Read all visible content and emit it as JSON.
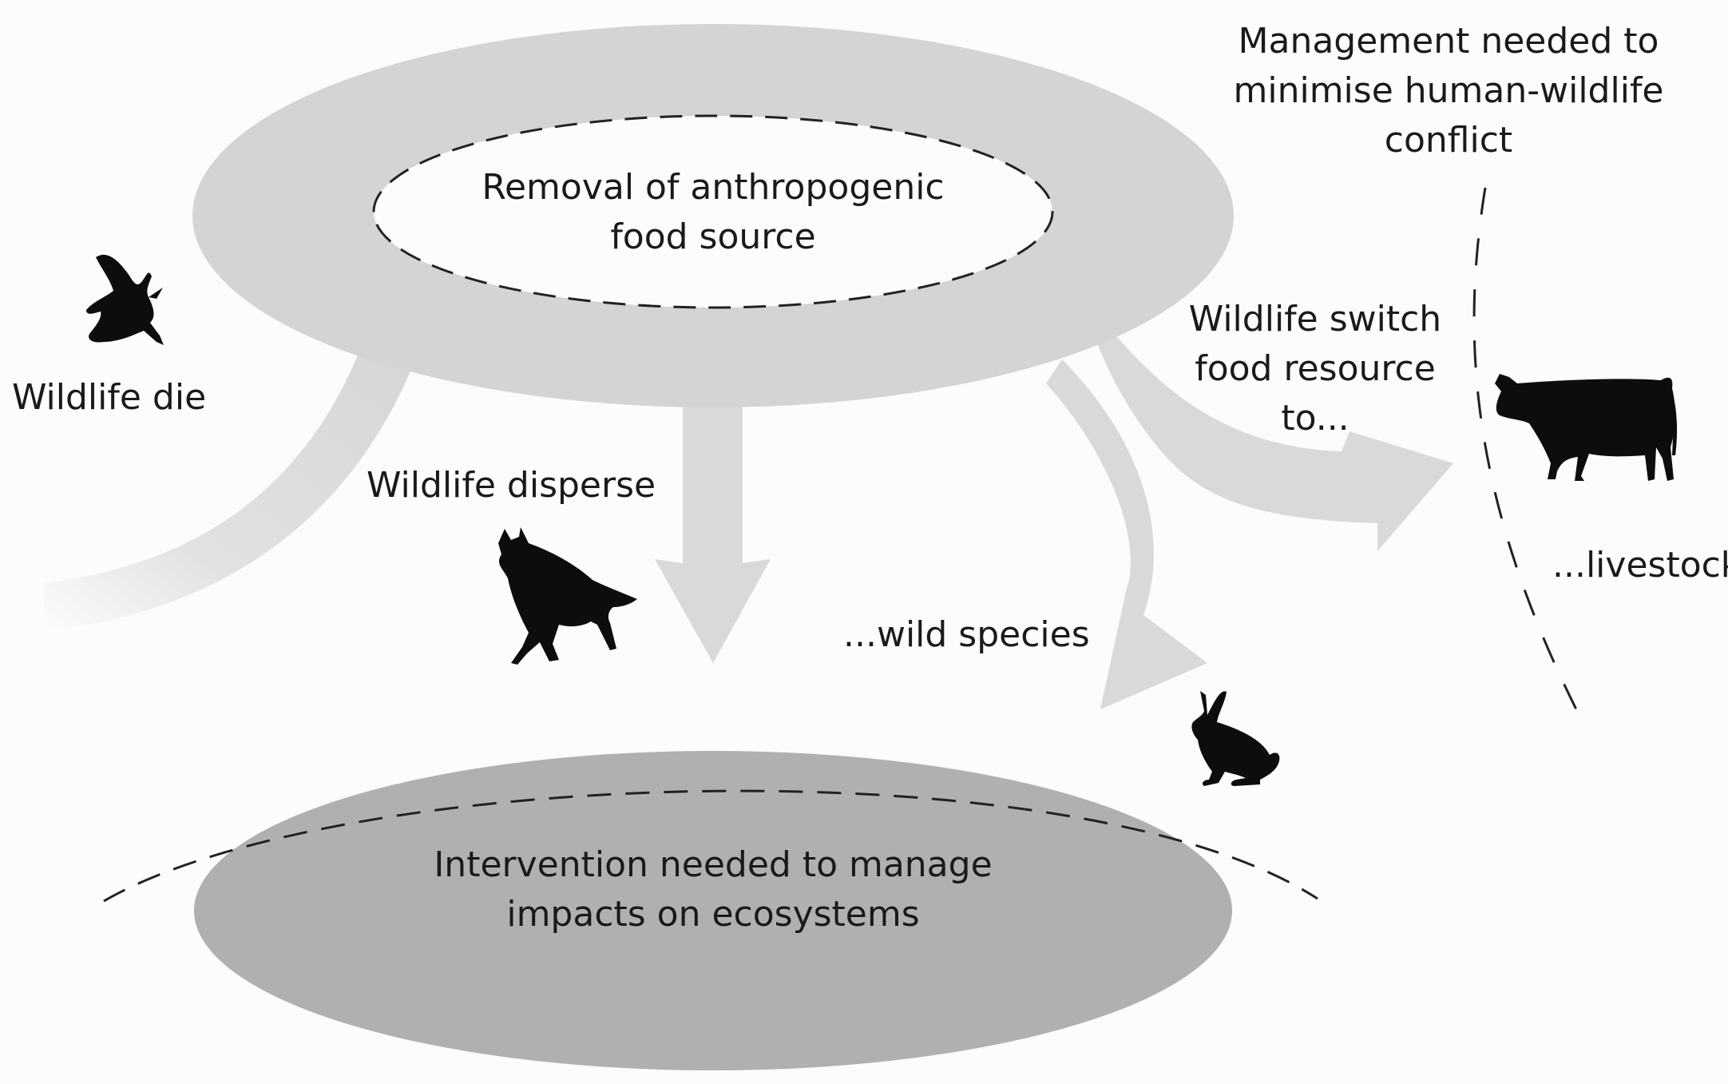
{
  "labels": {
    "removal": "Removal of anthropogenic\nfood source",
    "wildlife_die": "Wildlife die",
    "wildlife_disperse": "Wildlife disperse",
    "wildlife_switch": "Wildlife switch\nfood resource\nto...",
    "wild_species": "...wild species",
    "livestock": "...livestock",
    "management": "Management needed to\nminimise human-wildlife\nconflict",
    "intervention": "Intervention needed to manage\nimpacts on ecosystems"
  },
  "icons": {
    "bird": "bird-silhouette",
    "fox": "fox-silhouette",
    "cow": "cow-silhouette",
    "rabbit": "rabbit-silhouette"
  },
  "colors": {
    "outer_ellipse": "#d4d4d4",
    "arrows": "#d9d9d9",
    "bottom_ellipse": "#b0b0b0",
    "silhouettes": "#0d0d0d",
    "dashes": "#222222"
  }
}
